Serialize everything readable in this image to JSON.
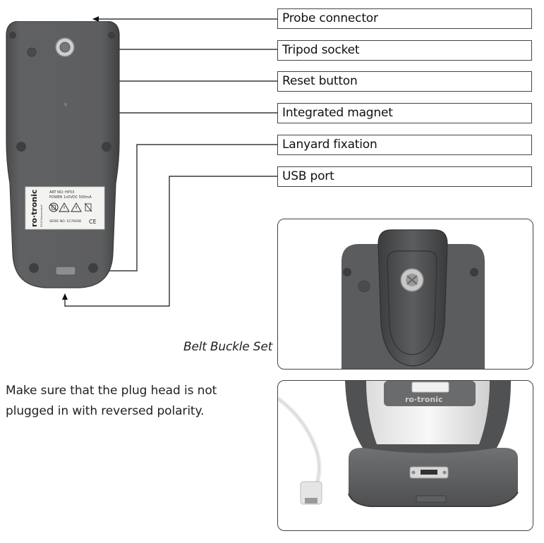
{
  "callouts": {
    "probe_connector": "Probe connector",
    "tripod_socket": "Tripod socket",
    "reset_button": "Reset button",
    "integrated_magnet": "Integrated magnet",
    "lanyard_fixation": "Lanyard fixation",
    "usb_port": "USB port"
  },
  "device_label": {
    "brand": "ro·tronic",
    "art_no": "ART NO: HP33",
    "power": "POWER 1x5VDC 500mA",
    "serie_no": "SERIE NO.  5176008",
    "ce_mark": "CE",
    "address": "8303 Bassersdorf"
  },
  "charger_brand": "ro·tronic",
  "belt_caption": "Belt Buckle Set",
  "instruction": "Make sure that the plug head is not plugged in with reversed polarity.",
  "colors": {
    "device_body": "#5e5f61",
    "device_edge": "#474849",
    "frame_border": "#444444",
    "label_bg": "#f3f3f1"
  },
  "icons": [
    "no-disposal-icon",
    "warning-icon",
    "warning-icon",
    "recycling-icon"
  ]
}
